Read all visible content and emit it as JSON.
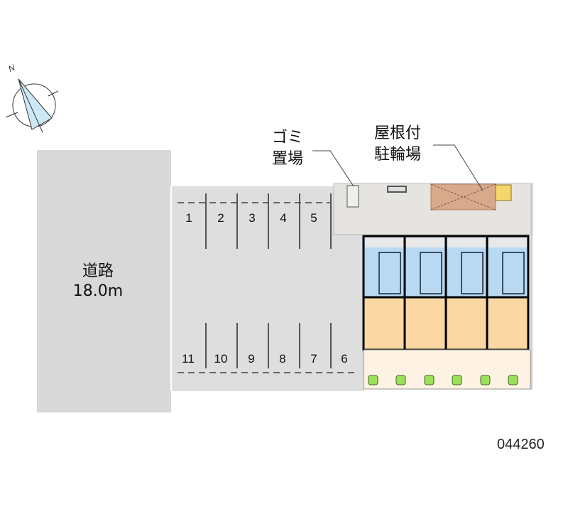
{
  "road": {
    "name": "道路",
    "width": "18.0m"
  },
  "garbage": {
    "line1": "ゴミ",
    "line2": "置場"
  },
  "bike": {
    "line1": "屋根付",
    "line2": "駐輪場"
  },
  "parking_top": [
    "1",
    "2",
    "3",
    "4",
    "5"
  ],
  "parking_bottom": [
    "11",
    "10",
    "9",
    "8",
    "7",
    "6"
  ],
  "compass": {
    "north_label": "N"
  },
  "property_id": "044260",
  "colors": {
    "road": "#d8d8d8",
    "lot": "#dedede",
    "walkway": "#e6e4e0",
    "unit_blue": "#b9d9f2",
    "unit_orange": "#fbd7a4",
    "garden": "#fdf2e3",
    "bike": "#d8a98a",
    "bush": "#9ce05a"
  }
}
